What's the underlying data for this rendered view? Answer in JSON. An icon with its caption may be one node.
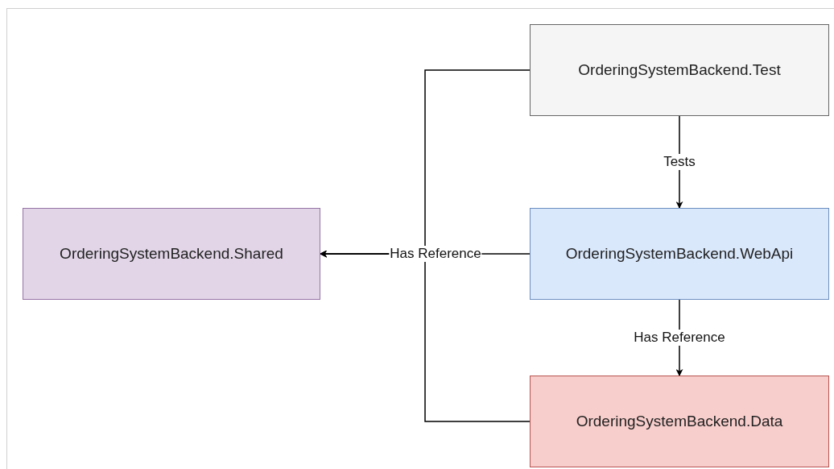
{
  "diagram": {
    "nodes": [
      {
        "text": [
          "OrderingSystemBackend.Test"
        ]
      },
      {
        "text": [
          "OrderingSystemBackend.Shared"
        ]
      },
      {
        "text": [
          "OrderingSystemBackend.WebApi"
        ]
      },
      {
        "text": [
          "OrderingSystemBackend.Data"
        ]
      }
    ],
    "edges": [
      {
        "from": 0,
        "to": 2,
        "arrow": "to",
        "label": "Tests"
      },
      {
        "from": 2,
        "to": 1,
        "arrow": "to",
        "label": "Has Reference"
      },
      {
        "from": 0,
        "to": 1,
        "arrow": "to"
      },
      {
        "from": 3,
        "to": 1,
        "arrow": "to"
      },
      {
        "from": 2,
        "to": 3,
        "arrow": "to",
        "label": "Has Reference"
      }
    ]
  }
}
